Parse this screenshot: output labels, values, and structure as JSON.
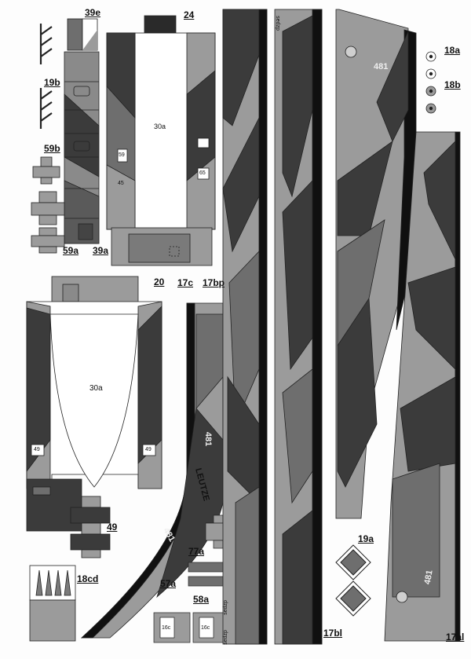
{
  "sheet": {
    "colors": {
      "paper": "#fdfdfd",
      "light_grey": "#9b9b9b",
      "mid_grey": "#6e6e6e",
      "dark_grey": "#3b3b3b",
      "black": "#101010",
      "white_panel": "#ffffff"
    },
    "labels": {
      "p39e": "39e",
      "p24": "24",
      "p19b": "19b",
      "p59b": "59b",
      "p59a": "59a",
      "p39a": "39a",
      "p20": "20",
      "p17c": "17c",
      "p17bp": "17bp",
      "p18a": "18a",
      "p18b": "18b",
      "p49": "49",
      "p18cd": "18cd",
      "p77a": "77a",
      "p57a": "57a",
      "p58a": "58a",
      "p19a": "19a",
      "p17bl": "17bl",
      "p17al": "17al"
    },
    "part_marks": {
      "top_30a": "30a",
      "big_30a": "30a",
      "n59": "59",
      "n45": "45",
      "n65": "65",
      "n49_left": "49",
      "n49_right": "49",
      "hull_481_top": "481",
      "hull_481_strip": "481",
      "hull_481_strip_lower": "481",
      "hull_481_bottom": "481",
      "name_leutze": "LEUTZE",
      "n16c_a": "16c",
      "n16c_b": "16c",
      "edge_word_a": "sedzp",
      "edge_word_b": "sedzp",
      "edge_word_c": "sedzp"
    }
  }
}
